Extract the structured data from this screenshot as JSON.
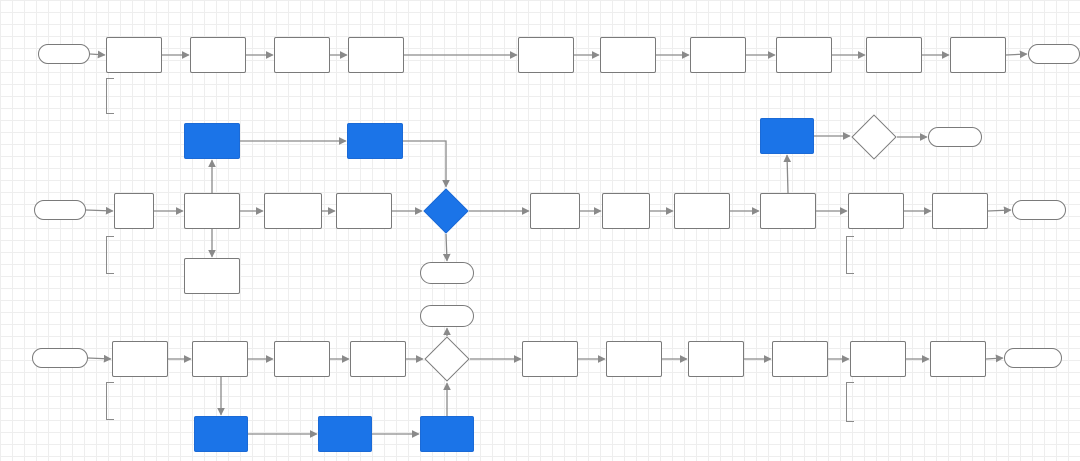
{
  "flows": [
    {
      "nodes": [
        {
          "id": "r1_start",
          "label": "",
          "kind": "term"
        },
        {
          "id": "r1_n1",
          "label": "",
          "kind": "box"
        },
        {
          "id": "r1_n2",
          "label": "",
          "kind": "box"
        },
        {
          "id": "r1_n3",
          "label": "",
          "kind": "box"
        },
        {
          "id": "r1_n4",
          "label": "",
          "kind": "box"
        },
        {
          "id": "r1_n5",
          "label": "",
          "kind": "box"
        },
        {
          "id": "r1_n6",
          "label": "",
          "kind": "box"
        },
        {
          "id": "r1_n7",
          "label": "",
          "kind": "box"
        },
        {
          "id": "r1_n8",
          "label": "",
          "kind": "box"
        },
        {
          "id": "r1_n9",
          "label": "",
          "kind": "box"
        },
        {
          "id": "r1_n10",
          "label": "",
          "kind": "box"
        },
        {
          "id": "r1_end",
          "label": "",
          "kind": "term"
        }
      ],
      "notes": [
        {
          "id": "r1_note",
          "text": ""
        }
      ]
    },
    {
      "nodes": [
        {
          "id": "r2_start",
          "label": "",
          "kind": "term"
        },
        {
          "id": "r2_n1",
          "label": "",
          "kind": "box"
        },
        {
          "id": "r2_n2",
          "label": "",
          "kind": "box"
        },
        {
          "id": "r2_n3",
          "label": "",
          "kind": "box"
        },
        {
          "id": "r2_n4",
          "label": "",
          "kind": "box"
        },
        {
          "id": "r2_dec",
          "label": "",
          "kind": "diamond-blue"
        },
        {
          "id": "r2_n5",
          "label": "",
          "kind": "box"
        },
        {
          "id": "r2_n6",
          "label": "",
          "kind": "box"
        },
        {
          "id": "r2_n7",
          "label": "",
          "kind": "box"
        },
        {
          "id": "r2_n8",
          "label": "",
          "kind": "box"
        },
        {
          "id": "r2_n9",
          "label": "",
          "kind": "box"
        },
        {
          "id": "r2_n10",
          "label": "",
          "kind": "box"
        },
        {
          "id": "r2_end",
          "label": "",
          "kind": "term"
        },
        {
          "id": "r2_blue_a",
          "label": "",
          "kind": "highlight"
        },
        {
          "id": "r2_blue_b",
          "label": "",
          "kind": "highlight"
        },
        {
          "id": "r2_blue_c",
          "label": "",
          "kind": "highlight"
        },
        {
          "id": "r2_dec2",
          "label": "",
          "kind": "diamond"
        },
        {
          "id": "r2_term2",
          "label": "",
          "kind": "term"
        },
        {
          "id": "r2_sub",
          "label": "",
          "kind": "box"
        },
        {
          "id": "r2_decterm",
          "label": "",
          "kind": "term"
        }
      ],
      "notes": [
        {
          "id": "r2_note1",
          "text": ""
        },
        {
          "id": "r2_note2",
          "text": ""
        }
      ],
      "edge_labels": [
        {
          "id": "r2_el_right",
          "text": ""
        },
        {
          "id": "r2_el_down",
          "text": ""
        }
      ]
    },
    {
      "nodes": [
        {
          "id": "r3_start",
          "label": "",
          "kind": "term"
        },
        {
          "id": "r3_n1",
          "label": "",
          "kind": "box"
        },
        {
          "id": "r3_n2",
          "label": "",
          "kind": "box"
        },
        {
          "id": "r3_n3",
          "label": "",
          "kind": "box"
        },
        {
          "id": "r3_n4",
          "label": "",
          "kind": "box"
        },
        {
          "id": "r3_dec",
          "label": "",
          "kind": "diamond"
        },
        {
          "id": "r3_n5",
          "label": "",
          "kind": "box"
        },
        {
          "id": "r3_n6",
          "label": "",
          "kind": "box"
        },
        {
          "id": "r3_n7",
          "label": "",
          "kind": "box"
        },
        {
          "id": "r3_n8",
          "label": "",
          "kind": "box"
        },
        {
          "id": "r3_n9",
          "label": "",
          "kind": "box"
        },
        {
          "id": "r3_n10",
          "label": "",
          "kind": "box"
        },
        {
          "id": "r3_end",
          "label": "",
          "kind": "term"
        },
        {
          "id": "r3_top",
          "label": "",
          "kind": "term"
        },
        {
          "id": "r3_blue_a",
          "label": "",
          "kind": "highlight"
        },
        {
          "id": "r3_blue_b",
          "label": "",
          "kind": "highlight"
        },
        {
          "id": "r3_blue_c",
          "label": "",
          "kind": "highlight"
        }
      ],
      "notes": [
        {
          "id": "r3_note1",
          "text": ""
        },
        {
          "id": "r3_note2",
          "text": ""
        }
      ],
      "edge_labels": [
        {
          "id": "r3_el_right",
          "text": ""
        }
      ]
    }
  ],
  "colors": {
    "highlight": "#1b74e8",
    "node_border": "#7a7a7a",
    "edge": "#8a8a8a",
    "grid": "#eeeeee",
    "background": "#ffffff"
  }
}
